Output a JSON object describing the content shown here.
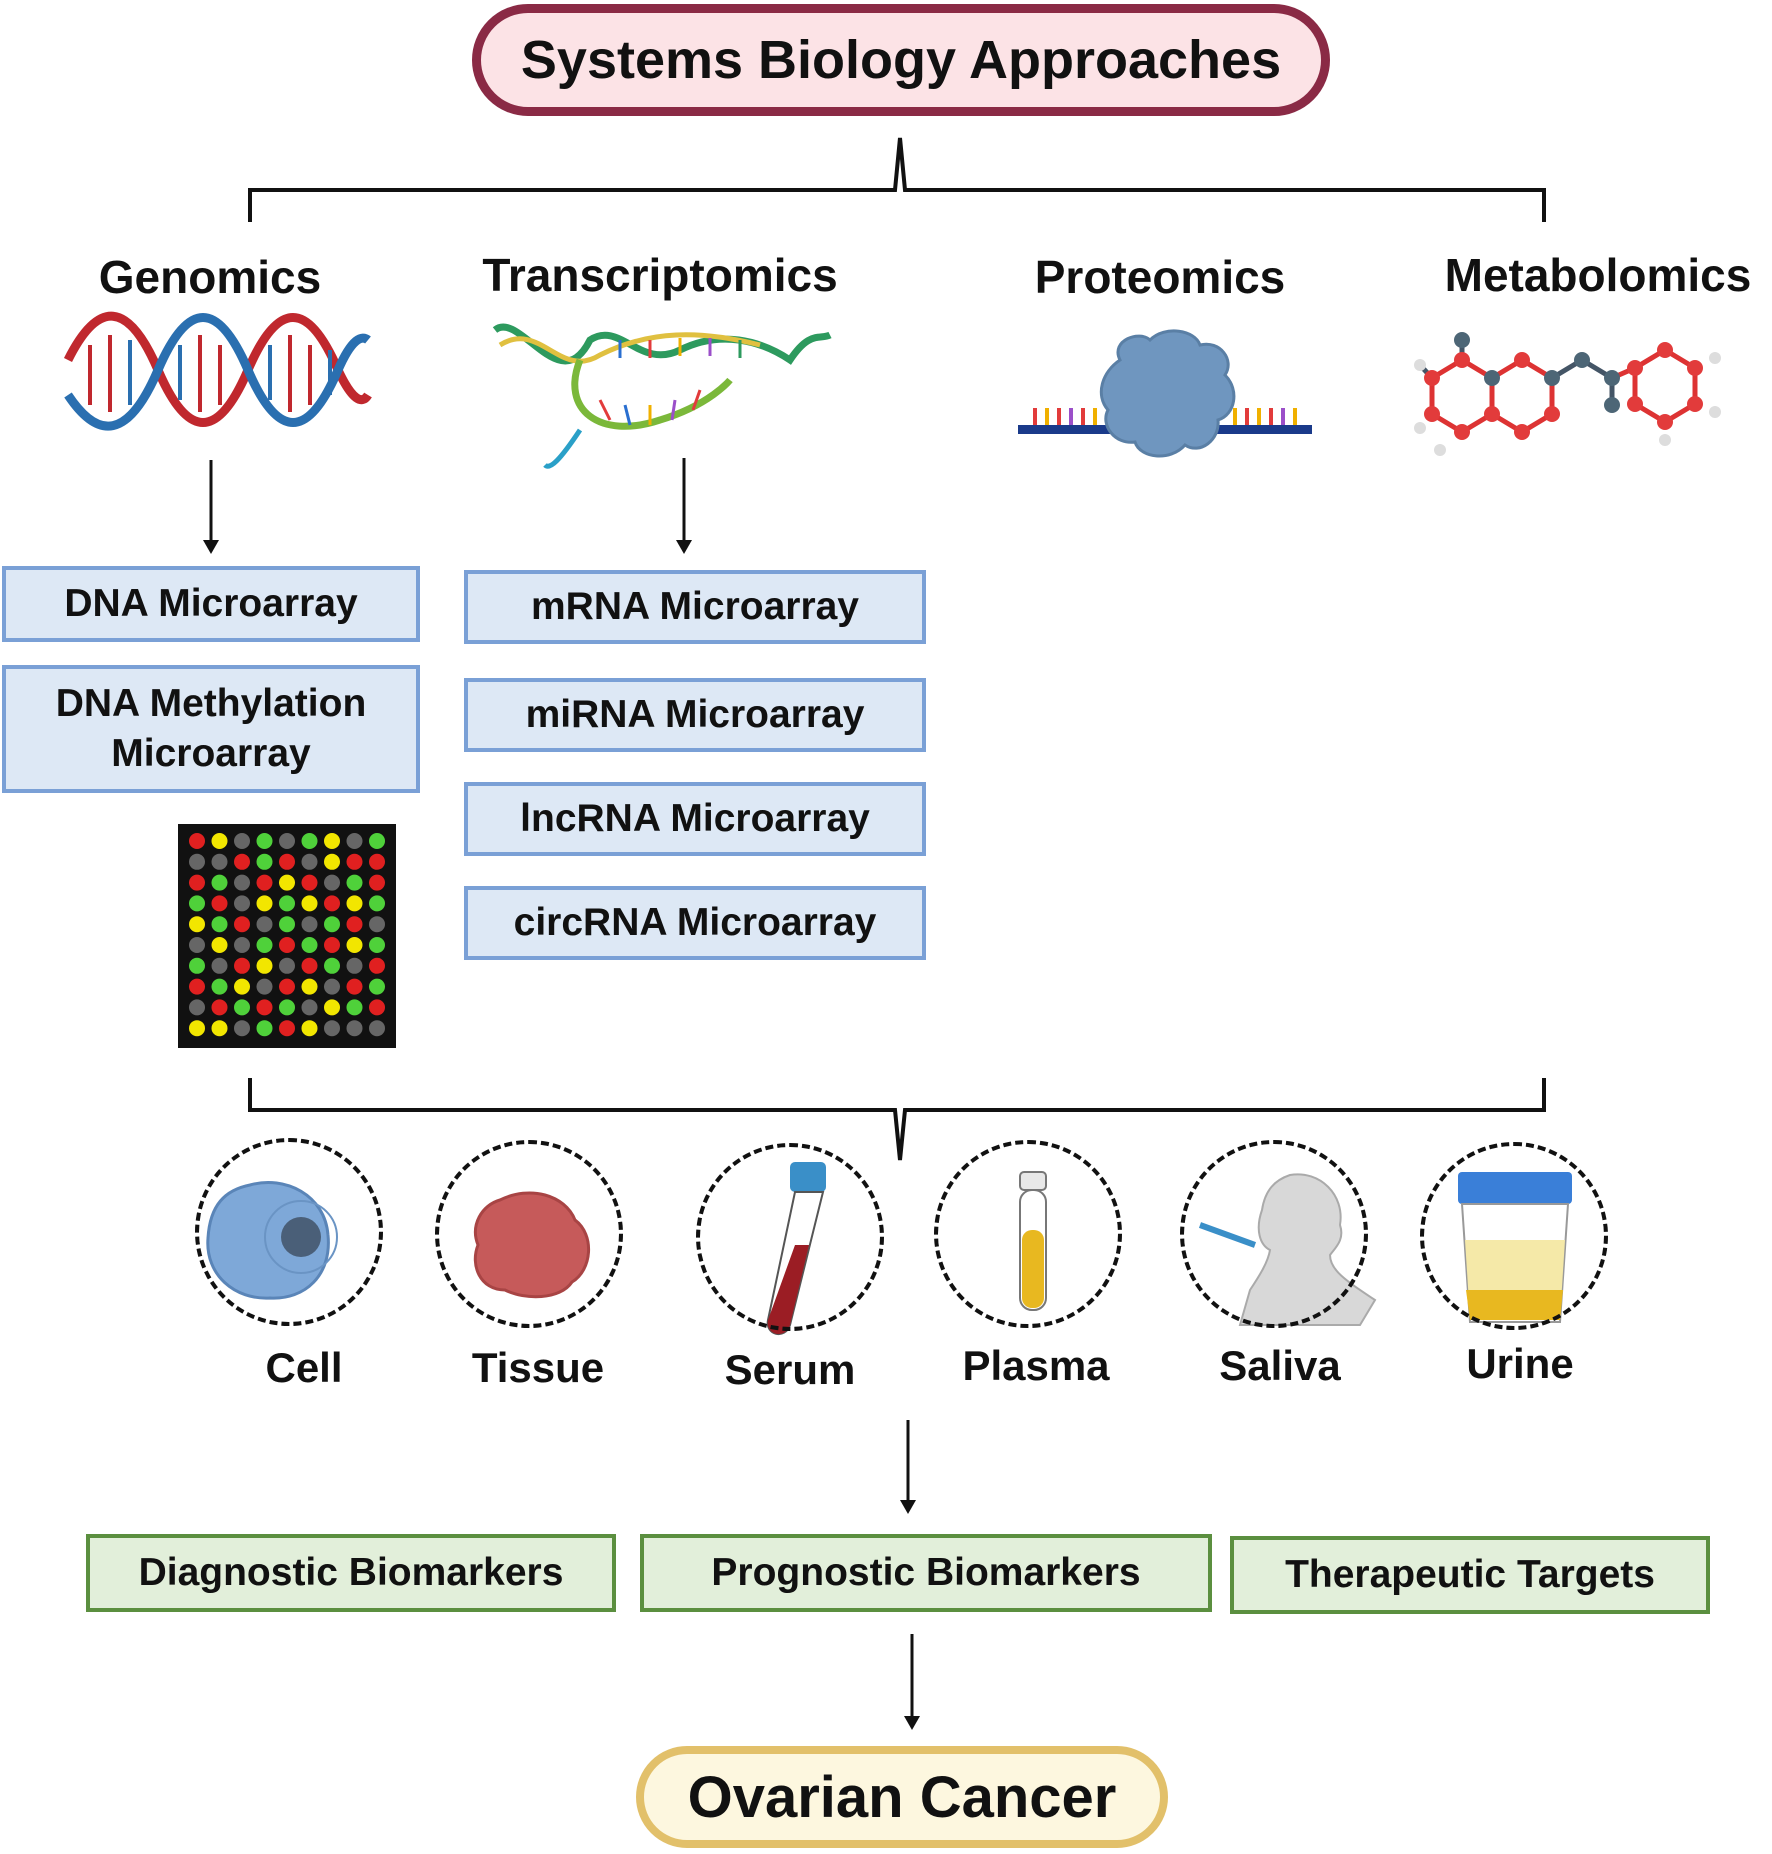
{
  "title": "Systems Biology Approaches",
  "omics": {
    "genomics": "Genomics",
    "transcriptomics": "Transcriptomics",
    "proteomics": "Proteomics",
    "metabolomics": "Metabolomics"
  },
  "genomics_methods": [
    "DNA Microarray",
    "DNA Methylation Microarray"
  ],
  "transcriptomics_methods": [
    "mRNA Microarray",
    "miRNA Microarray",
    "lncRNA Microarray",
    "circRNA Microarray"
  ],
  "samples": [
    "Cell",
    "Tissue",
    "Serum",
    "Plasma",
    "Saliva",
    "Urine"
  ],
  "outcomes": [
    "Diagnostic Biomarkers",
    "Prognostic Biomarkers",
    "Therapeutic Targets"
  ],
  "endpoint": "Ovarian Cancer",
  "colors": {
    "title_border": "#8a2a45",
    "title_fill": "#fce3e6",
    "method_border": "#7aa0d6",
    "method_fill": "#dde8f5",
    "outcome_border": "#5b8f3f",
    "outcome_fill": "#e2efda",
    "endpoint_border": "#e2c06a",
    "endpoint_fill": "#fdf7df"
  },
  "icons": {
    "genomics": "dna-double-helix-icon",
    "transcriptomics": "rna-strand-icon",
    "proteomics": "protein-on-strand-icon",
    "metabolomics": "molecule-structure-icon",
    "microarray": "microarray-grid-icon",
    "cell": "cell-icon",
    "tissue": "tissue-icon",
    "serum": "serum-tube-icon",
    "plasma": "plasma-tube-icon",
    "saliva": "saliva-swab-icon",
    "urine": "urine-cup-icon"
  }
}
